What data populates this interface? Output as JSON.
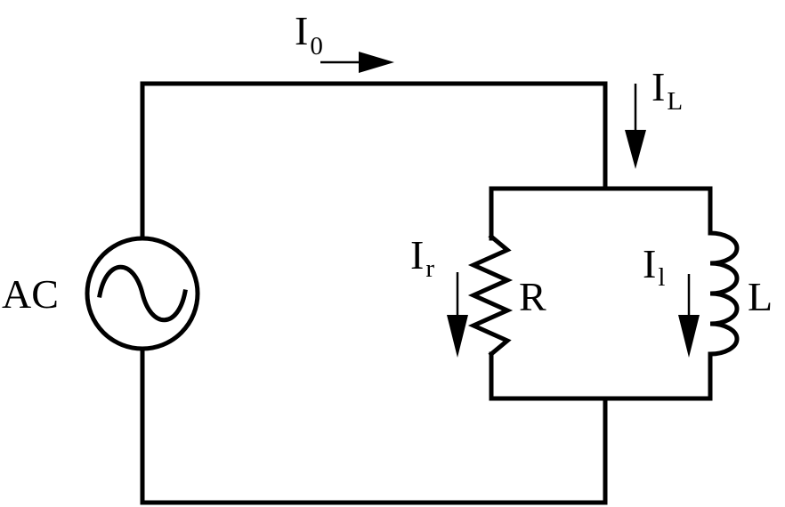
{
  "source": {
    "label": "AC"
  },
  "currents": {
    "total": {
      "main": "I",
      "sub": "0"
    },
    "load": {
      "main": "I",
      "sub": "L"
    },
    "resistor": {
      "main": "I",
      "sub": "r"
    },
    "inductor": {
      "main": "I",
      "sub": "l"
    }
  },
  "components": {
    "resistor": {
      "label": "R"
    },
    "inductor": {
      "label": "L"
    }
  },
  "colors": {
    "stroke": "#000000",
    "background": "#ffffff"
  }
}
